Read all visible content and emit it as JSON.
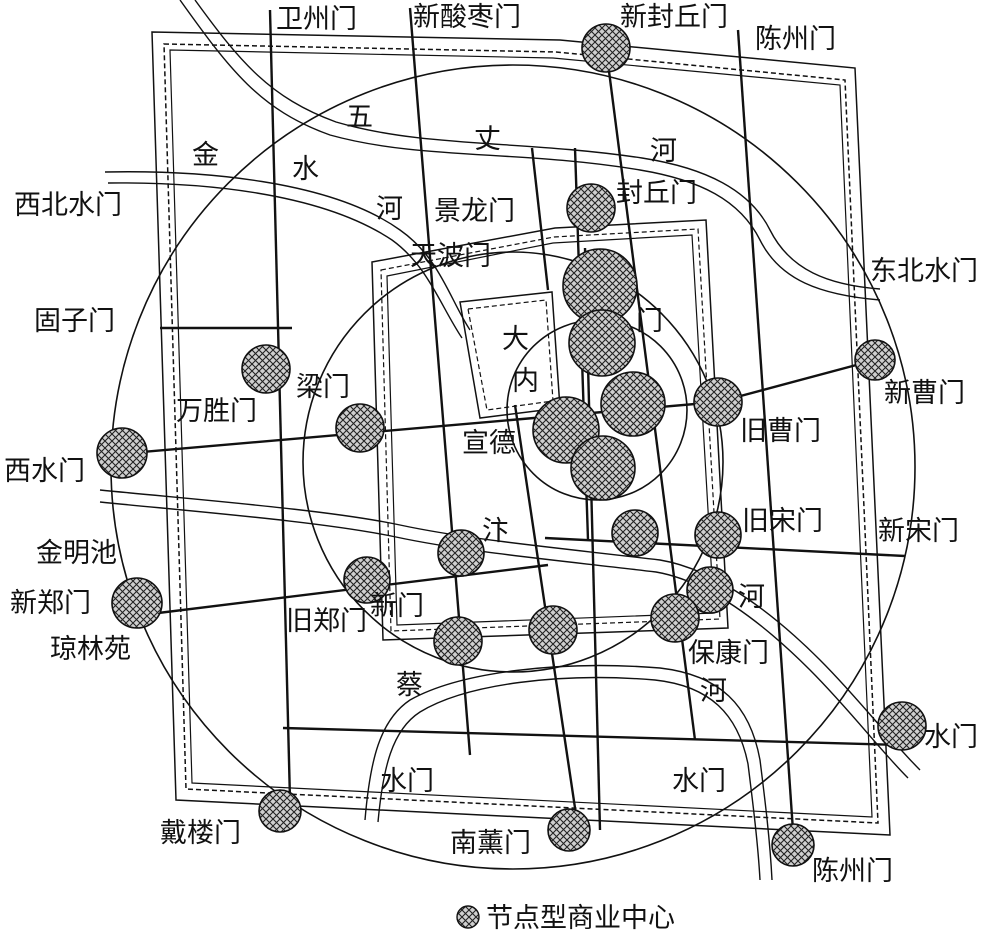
{
  "map": {
    "gates": {
      "weizhou": "卫州门",
      "xin_suanzao": "新酸枣门",
      "xin_fengqiu": "新封丘门",
      "chenzhou_top": "陈州门",
      "xibei_shuimen": "西北水门",
      "guzi": "固子门",
      "dongbei_shuimen": "东北水门",
      "xin_cao": "新曹门",
      "wansheng": "万胜门",
      "liang": "梁门",
      "xi_shuimen": "西水门",
      "jiu_cao": "旧曹门",
      "jiu_song": "旧宋门",
      "xin_song": "新宋门",
      "jinmingchi": "金明池",
      "xin_zheng": "新郑门",
      "qionglinyuan": "琼林苑",
      "jiu_zheng": "旧郑门",
      "xin_men": "新门",
      "baokang": "保康门",
      "shuimen_east": "水门",
      "shuimen_south_left": "水门",
      "shuimen_south_right": "水门",
      "dailou": "戴楼门",
      "nanxun": "南薰门",
      "chenzhou_bottom": "陈州门",
      "jinglong": "景龙门",
      "fengqiu_inner": "封丘门",
      "tianbo": "天波门",
      "xuande": "宣德"
    },
    "rivers": {
      "jinshui": [
        "金",
        "水",
        "河"
      ],
      "wuzhang": [
        "五",
        "丈",
        "河"
      ],
      "bian": [
        "汴",
        "河"
      ],
      "cai": [
        "蔡",
        "河"
      ]
    },
    "palace": [
      "大",
      "内"
    ],
    "inner_men": "门"
  },
  "legend": {
    "label": "节点型商业中心",
    "icon": "node-commercial-center-icon"
  }
}
